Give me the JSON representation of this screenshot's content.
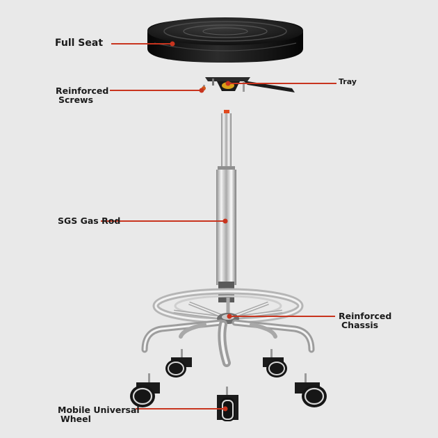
{
  "colors": {
    "background": "#e9e9e9",
    "leader": "#c8341e",
    "text": "#1a1a1a"
  },
  "labels": {
    "full_seat": "Full Seat",
    "tray": "Tray",
    "screws_line1": "Reinforced",
    "screws_line2": "Screws",
    "gas_rod": "SGS Gas Rod",
    "chassis_line1": "Reinforced",
    "chassis_line2": "Chassis",
    "wheel_line1": "Mobile Universal",
    "wheel_line2": "Wheel"
  }
}
